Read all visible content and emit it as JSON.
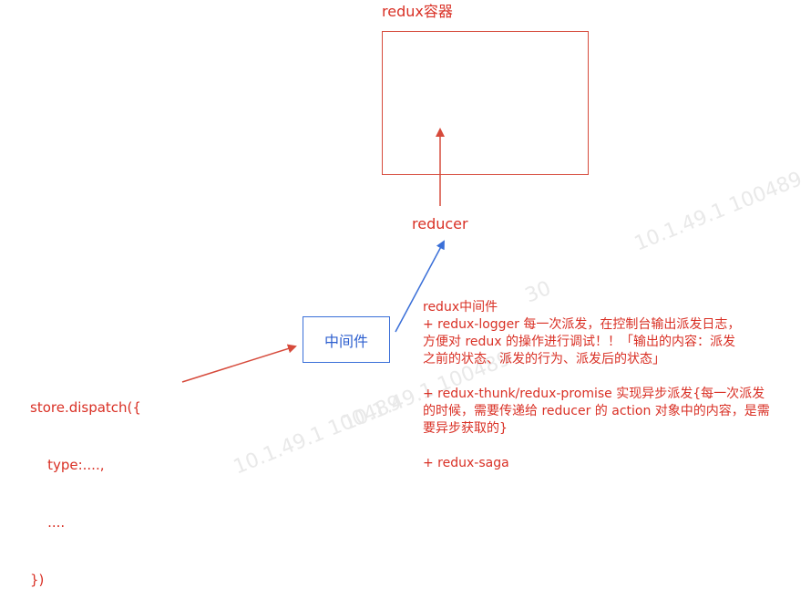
{
  "diagram": {
    "container_title": "redux容器",
    "reducer_label": "reducer",
    "middleware_label": "中间件",
    "dispatch_code": [
      "store.dispatch({",
      "    type:....,",
      "    ....",
      "})"
    ],
    "notes": [
      "redux中间件",
      "+ redux-logger  每一次派发，在控制台输出派发日志，",
      "方便对 redux 的操作进行调试！！「输出的内容：派发",
      "之前的状态、派发的行为、派发后的状态」",
      "",
      "+ redux-thunk/redux-promise   实现异步派发{每一次派发",
      "的时候，需要传递给 reducer 的 action 对象中的内容，是需",
      "要异步获取的}",
      "",
      "+ redux-saga"
    ]
  },
  "watermark": {
    "texts": [
      "10.1.49.1  100489",
      "10.1.49.1  100489",
      "10.1.49.1  100489",
      "30"
    ]
  },
  "colors": {
    "red": "#d93025",
    "blue": "#2d5fcf"
  }
}
